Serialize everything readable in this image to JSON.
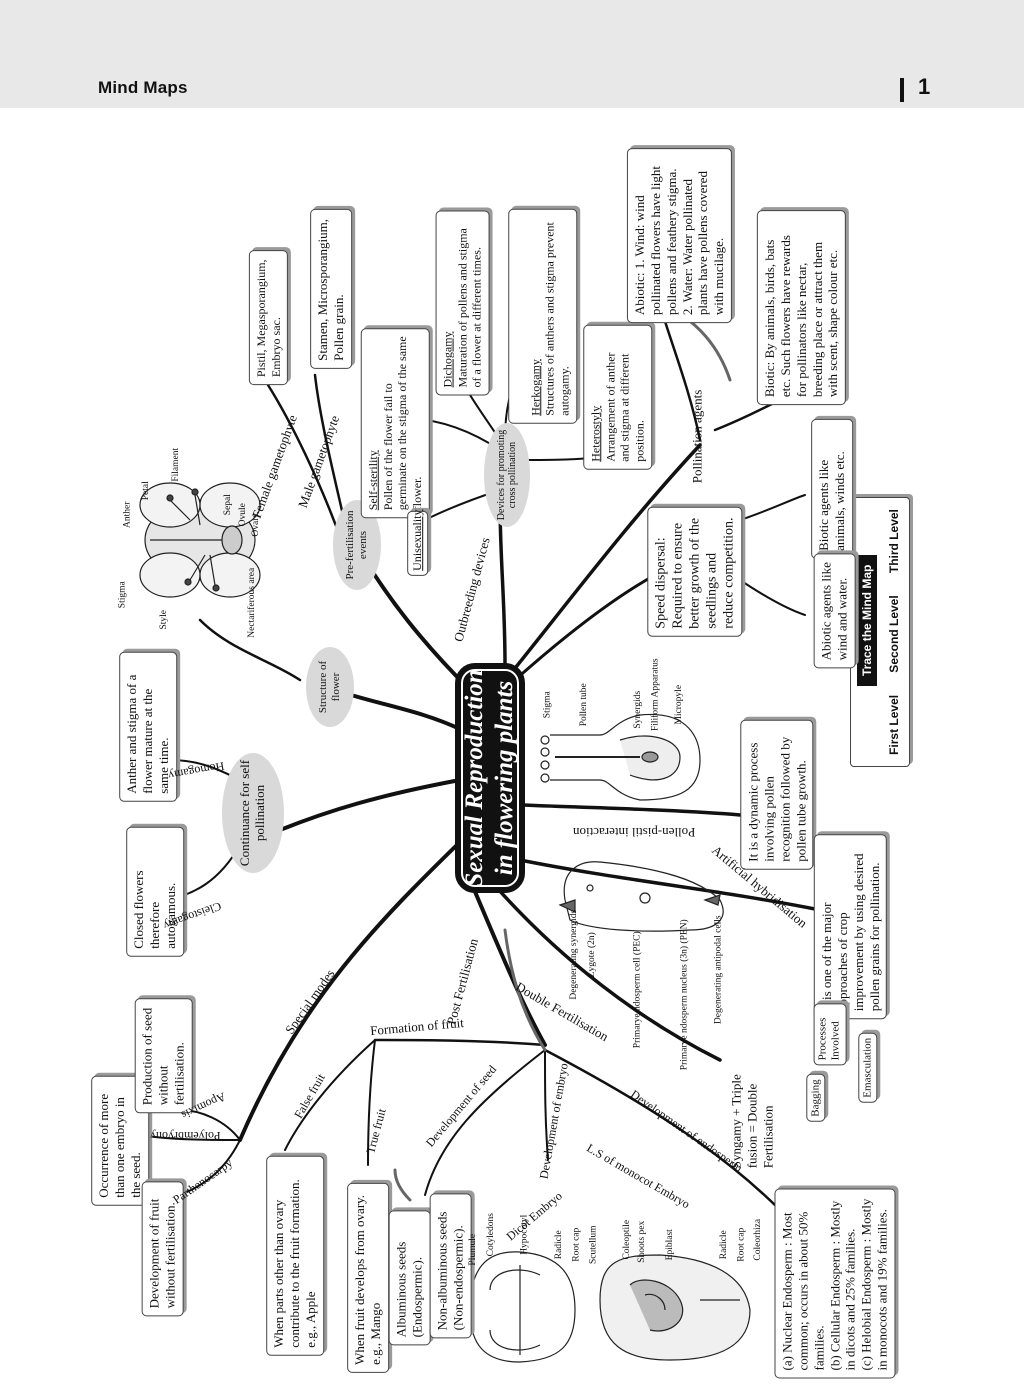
{
  "header": {
    "section_title": "Mind Maps",
    "page_number": "1"
  },
  "center": {
    "line1": "Sexual Reproduction",
    "line2": "in flowering plants"
  },
  "legend": {
    "title": "Trace the  Mind Map",
    "levels": [
      "First Level",
      "Second Level",
      "Third Level"
    ]
  },
  "nodes": {
    "structure_of_flower": "Structure of flower",
    "pre_fertilisation": "Pre-fertilisation events",
    "continuance": "Continuance for self pollination",
    "devices_cross": "Devices for promoting cross pollination"
  },
  "branch_labels": {
    "outbreeding": "Outbreeding devices",
    "pollination_agents": "Pollination agents",
    "female_gametophyte": "Female gametophyte",
    "male_gametophyte": "Male gametophyte",
    "special_modes": "Special modes",
    "post_fertilisation": "Post Fertilisation",
    "double_fertilisation": "Double Fertilisation",
    "pollen_pistil": "Pollen-pistil interaction",
    "artificial_hybridisation": "Artificial hybridisation",
    "formation_of_fruit": "Formation of fruit",
    "false_fruit": "False fruit",
    "true_fruit": "True fruit",
    "development_of_seed": "Development of seed",
    "development_of_embryo": "Development of embryo",
    "development_of_endosperm": "Development of endosperm",
    "parthenocarpy": "Parthenocarpy",
    "polyembryony": "Polyembryony",
    "apomixis": "Apomixis",
    "homogamy": "Homogamy",
    "cleistogamy": "Cleistogamy",
    "dicot_embryo": "Dicot Embryo",
    "ls_monocot": "L.S of monocot Embryo",
    "unisexuality": "Unisexuality",
    "self_sterility_title": "Self-sterility",
    "dichogamy_title": "Dichogamy",
    "herkogamy_title": "Herkogamy",
    "heterostyly_title": "Heterostyly",
    "bagging": "Bagging",
    "emasculation": "Emasculation",
    "processes_involved": "Processes Involved"
  },
  "boxes": {
    "female_gameto": "Pistil, Megasporangium, Embryo sac.",
    "male_gameto": "Stamen, Microsporangium, Pollen grain.",
    "self_sterility": "Pollen of the flower fail to germinate on the stigma of the same flower.",
    "dichogamy": "Maturation of pollens and stigma of a flower at different times.",
    "herkogamy": "Structures of anthers and stigma prevent autogamy.",
    "heterostyly": "Arrangement of anther and stigma at different position.",
    "abiotic_poll": "Abiotic: 1. Wind: wind pollinated flowers have light pollens and feathery stigma. 2. Water: Water pollinated plants have pollens covered with mucilage.",
    "biotic_poll": "Biotic: By animals, birds, bats etc. Such flowers have rewards for pollinators like nectar, breeding place or attract them with scent, shape colour etc.",
    "seed_dispersal": "Speed dispersal: Required to ensure better growth of the seedlings and reduce competition.",
    "biotic_agents": "Biotic agents like animals, winds etc.",
    "abiotic_agents": "Abiotic agents like wind and water.",
    "homogamy": "Anther and stigma of a flower mature at the same time.",
    "cleistogamy": "Closed flowers therefore autogamous.",
    "polyembryony": "Occurrence of more than one embryo in the seed.",
    "apomixis": "Production of seed without fertilisation.",
    "parthenocarpy": "Development of fruit without fertilisation.",
    "false_fruit": "When parts other than ovary contribute to the fruit formation. e.g., Apple",
    "true_fruit": "When fruit develops from ovary. e.g., Mango",
    "albuminous": "Albuminous seeds (Endospermic).",
    "non_albuminous": "Non-albuminous seeds (Non-endospermic).",
    "pollen_pistil": "It is a dynamic process involving pollen recognition followed by pollen tube growth.",
    "artificial_hyb": "It is one of the major approaches of crop improvement by using desired pollen grains for pollination.",
    "syngamy": "Syngamy + Triple fusion = Double Fertilisation",
    "endosperm_a": "(a) Nuclear Endosperm : Most common; occurs in about 50% families.",
    "endosperm_b": "(b) Cellular Endosperm : Mostly in dicots and 25% families.",
    "endosperm_c": "(c) Helobial Endosperm : Mostly in monocots and 19% families."
  },
  "figure_labels": {
    "flower": [
      "Anther",
      "Petal",
      "Filament",
      "Sepal",
      "Ovule",
      "Ovary",
      "Stigma",
      "Style",
      "Nectariferous area"
    ],
    "pistil": [
      "Stigma",
      "Pollen tube",
      "Synergids",
      "Filiform Apparatus",
      "Micropyle"
    ],
    "embryo_sac": [
      "Degenerating synergids",
      "Zygote (2n)",
      "Primarye ndosperm cell (PEC)",
      "Primarye ndosperm nucleus (3n) (PEN)",
      "Degenerating antipodal cells"
    ],
    "dicot": [
      "Plumule",
      "Cotyledons",
      "Hypocotyl",
      "Radicle",
      "Root cap"
    ],
    "monocot": [
      "Scutellum",
      "Coleoptile",
      "Shoots pex",
      "Epiblast",
      "Radicle",
      "Root cap",
      "Coleorhiza"
    ]
  }
}
